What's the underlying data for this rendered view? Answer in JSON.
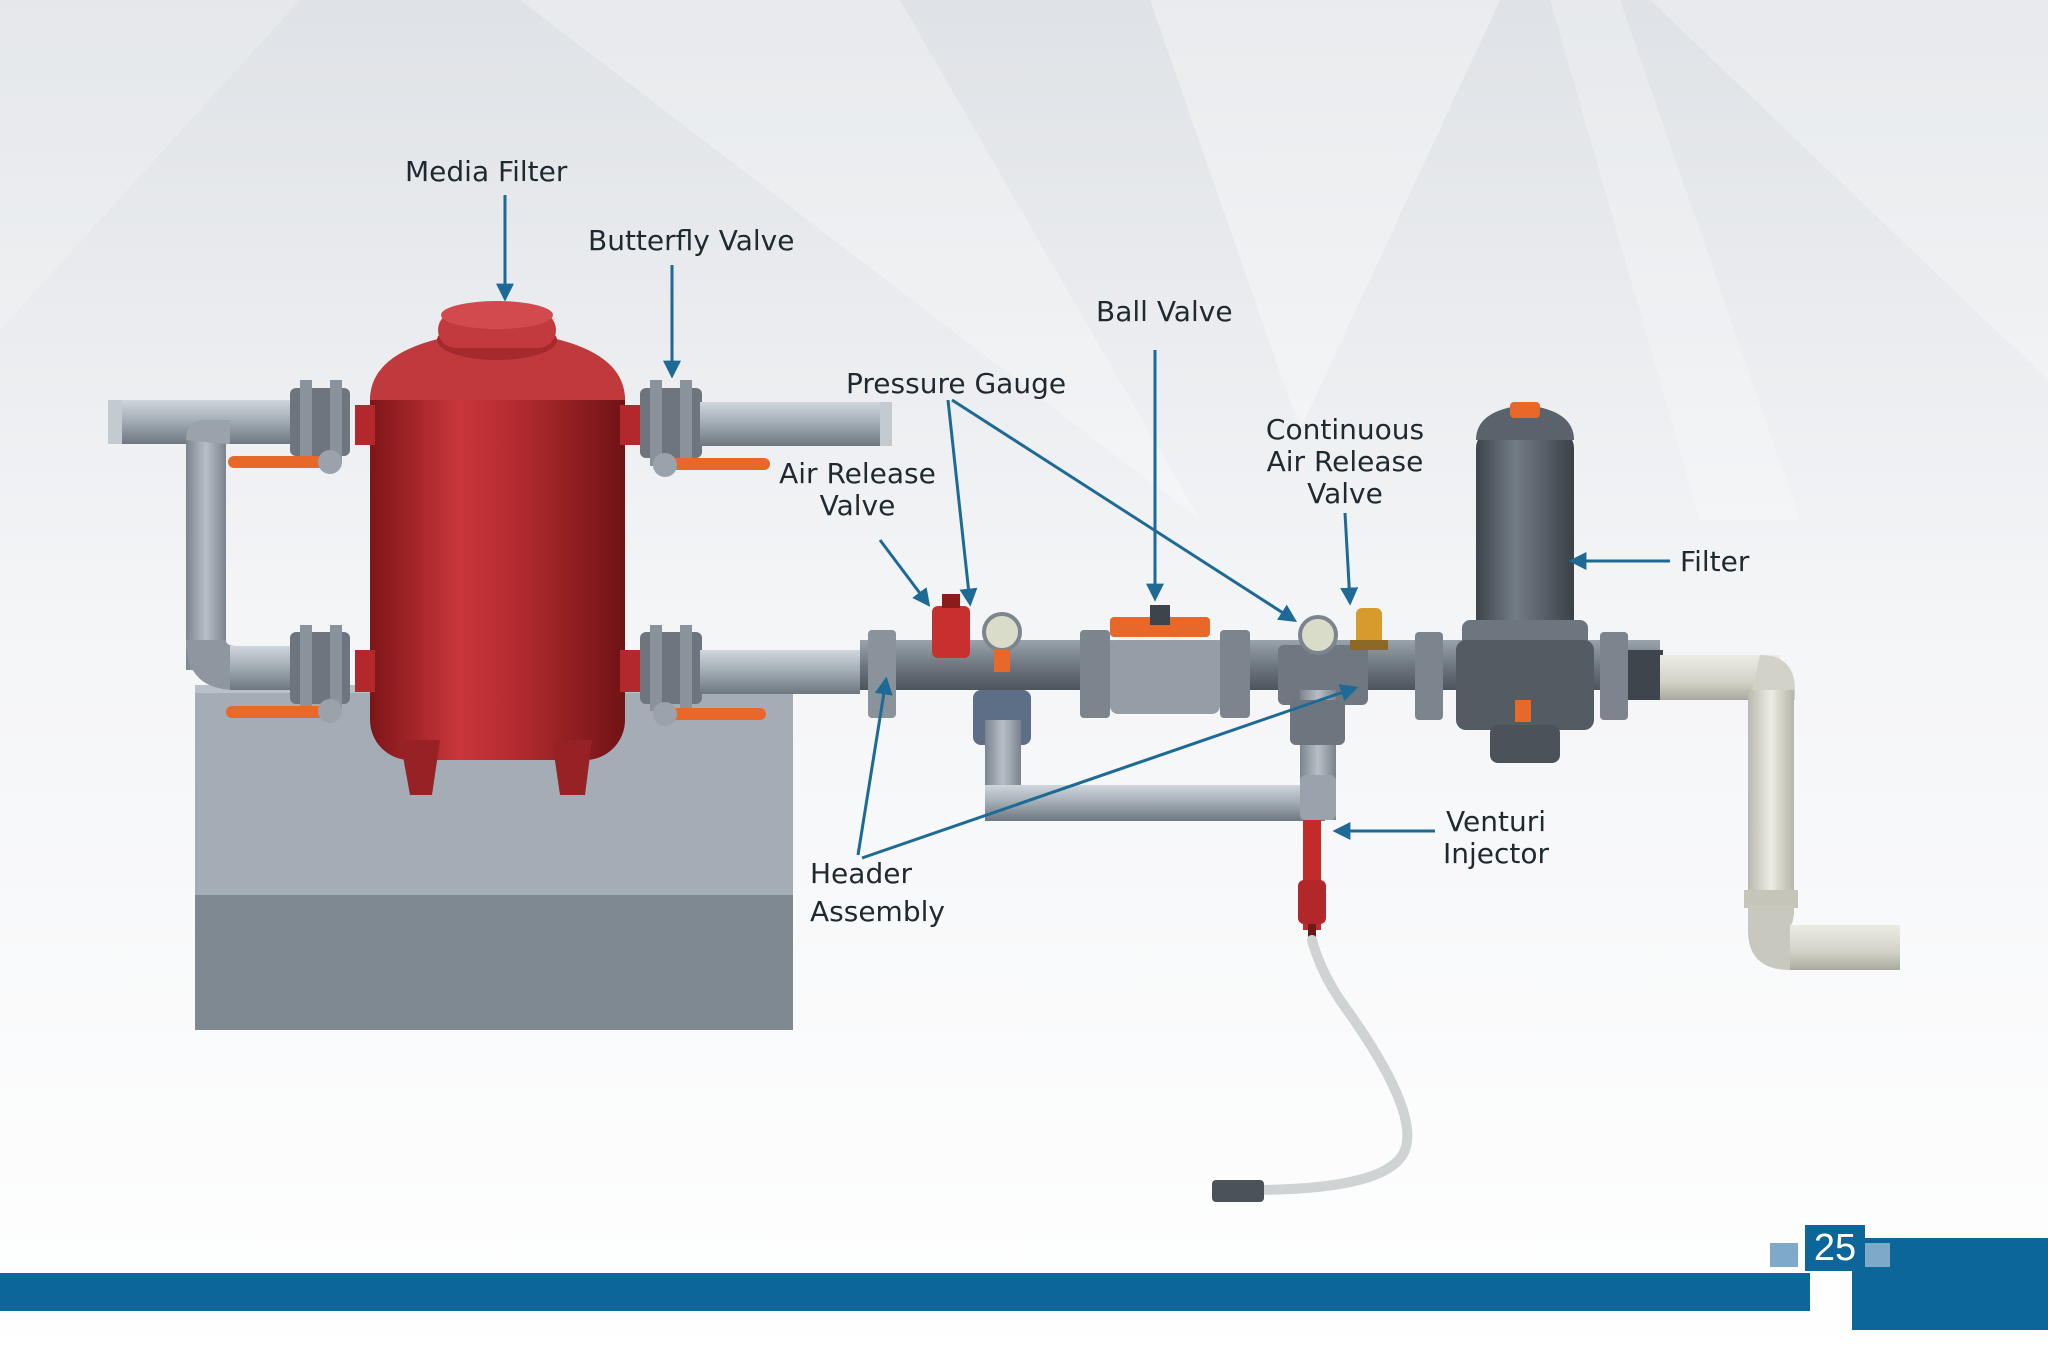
{
  "labels": {
    "media_filter": "Media Filter",
    "butterfly_valve": "Butterfly Valve",
    "ball_valve": "Ball Valve",
    "pressure_gauge": "Pressure Gauge",
    "air_release_valve_1": "Air Release",
    "air_release_valve_2": "Valve",
    "continuous_arv_1": "Continuous",
    "continuous_arv_2": "Air Release",
    "continuous_arv_3": "Valve",
    "filter": "Filter",
    "venturi_1": "Venturi",
    "venturi_2": "Injector",
    "header_1": "Header",
    "header_2": "Assembly"
  },
  "page_number": "25",
  "colors": {
    "arrow": "#1d6a96",
    "footer_bar": "#0d6699",
    "accent_square": "#7fa9c9",
    "tank_red": "#b3282d",
    "pipe_grey": "#a9b2ba",
    "handle_orange": "#e8682a",
    "base_block": "#a3abb4",
    "white_pipe": "#dcdcd2"
  }
}
